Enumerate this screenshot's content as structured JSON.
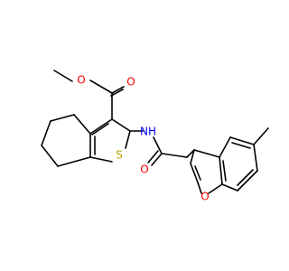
{
  "molecule": {
    "atoms": {
      "o_ester_single": "O",
      "o_ester_carbonyl": "O",
      "n_amide": "NH",
      "s_thiophene": "S",
      "o_amide": "O",
      "o_furan": "O"
    }
  },
  "colors": {
    "bond": "#000000",
    "oxygen": "#ff0000",
    "nitrogen": "#0000ff",
    "sulfur": "#b8a000"
  }
}
